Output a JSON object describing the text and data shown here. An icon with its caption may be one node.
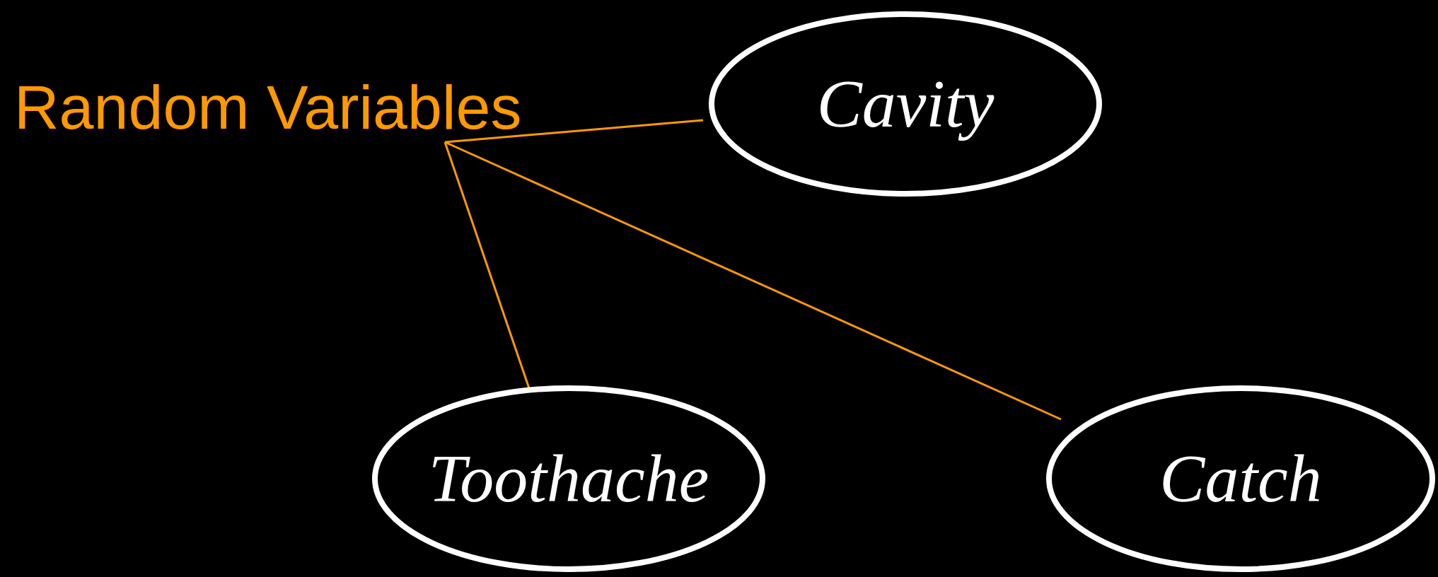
{
  "diagram": {
    "nodes": [
      {
        "text": [
          "Random Variables"
        ]
      },
      {
        "text": [
          "Cavity"
        ]
      },
      {
        "text": [
          "Toothache"
        ]
      },
      {
        "text": [
          "Catch"
        ]
      }
    ],
    "edges": [
      {
        "from": 0,
        "to": 1,
        "arrow": "none"
      },
      {
        "from": 0,
        "to": 2,
        "arrow": "none"
      },
      {
        "from": 0,
        "to": 3,
        "arrow": "none"
      }
    ]
  }
}
